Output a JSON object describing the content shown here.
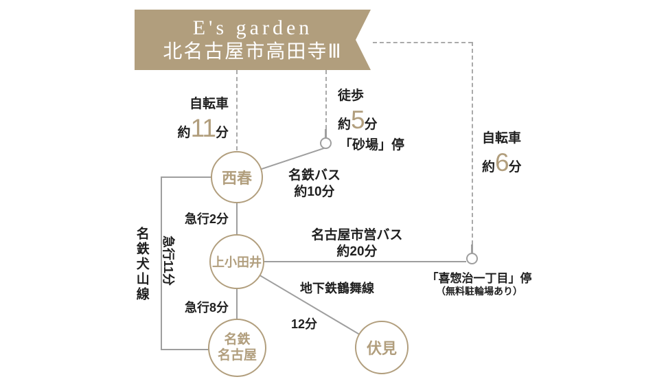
{
  "banner": {
    "title": "E's garden",
    "subtitle": "北名古屋市高田寺Ⅲ"
  },
  "access": {
    "bicycle_left": {
      "mode": "自転車",
      "approx": "約",
      "minutes": "11",
      "unit": "分"
    },
    "walk": {
      "mode": "徒歩",
      "approx": "約",
      "minutes": "5",
      "unit": "分"
    },
    "bicycle_right": {
      "mode": "自転車",
      "approx": "約",
      "minutes": "6",
      "unit": "分"
    }
  },
  "bus_stops": {
    "sunaba": {
      "label": "「砂場」停"
    },
    "kisoji": {
      "label": "「喜惣治一丁目」停",
      "note": "（無料駐輪場あり）"
    }
  },
  "stations": {
    "nishiharu": {
      "name": "西春"
    },
    "kamiotai": {
      "name": "上小田井"
    },
    "meitetsu_nagoya": {
      "line1": "名鉄",
      "line2": "名古屋"
    },
    "fushimi": {
      "name": "伏見"
    }
  },
  "segments": {
    "meitetsu_bus": {
      "line1": "名鉄バス",
      "line2": "約10分"
    },
    "express2": {
      "label": "急行2分"
    },
    "city_bus": {
      "line1": "名古屋市営バス",
      "line2": "約20分"
    },
    "tsurumai": {
      "line": "地下鉄鶴舞線",
      "time": "12分"
    },
    "express8": {
      "label": "急行8分"
    },
    "inuyama": {
      "line": "名鉄犬山線",
      "time": "急行11分"
    }
  },
  "colors": {
    "accent": "#b19e7d",
    "line_gray": "#9e9e9e",
    "text": "#1f1f1f"
  }
}
